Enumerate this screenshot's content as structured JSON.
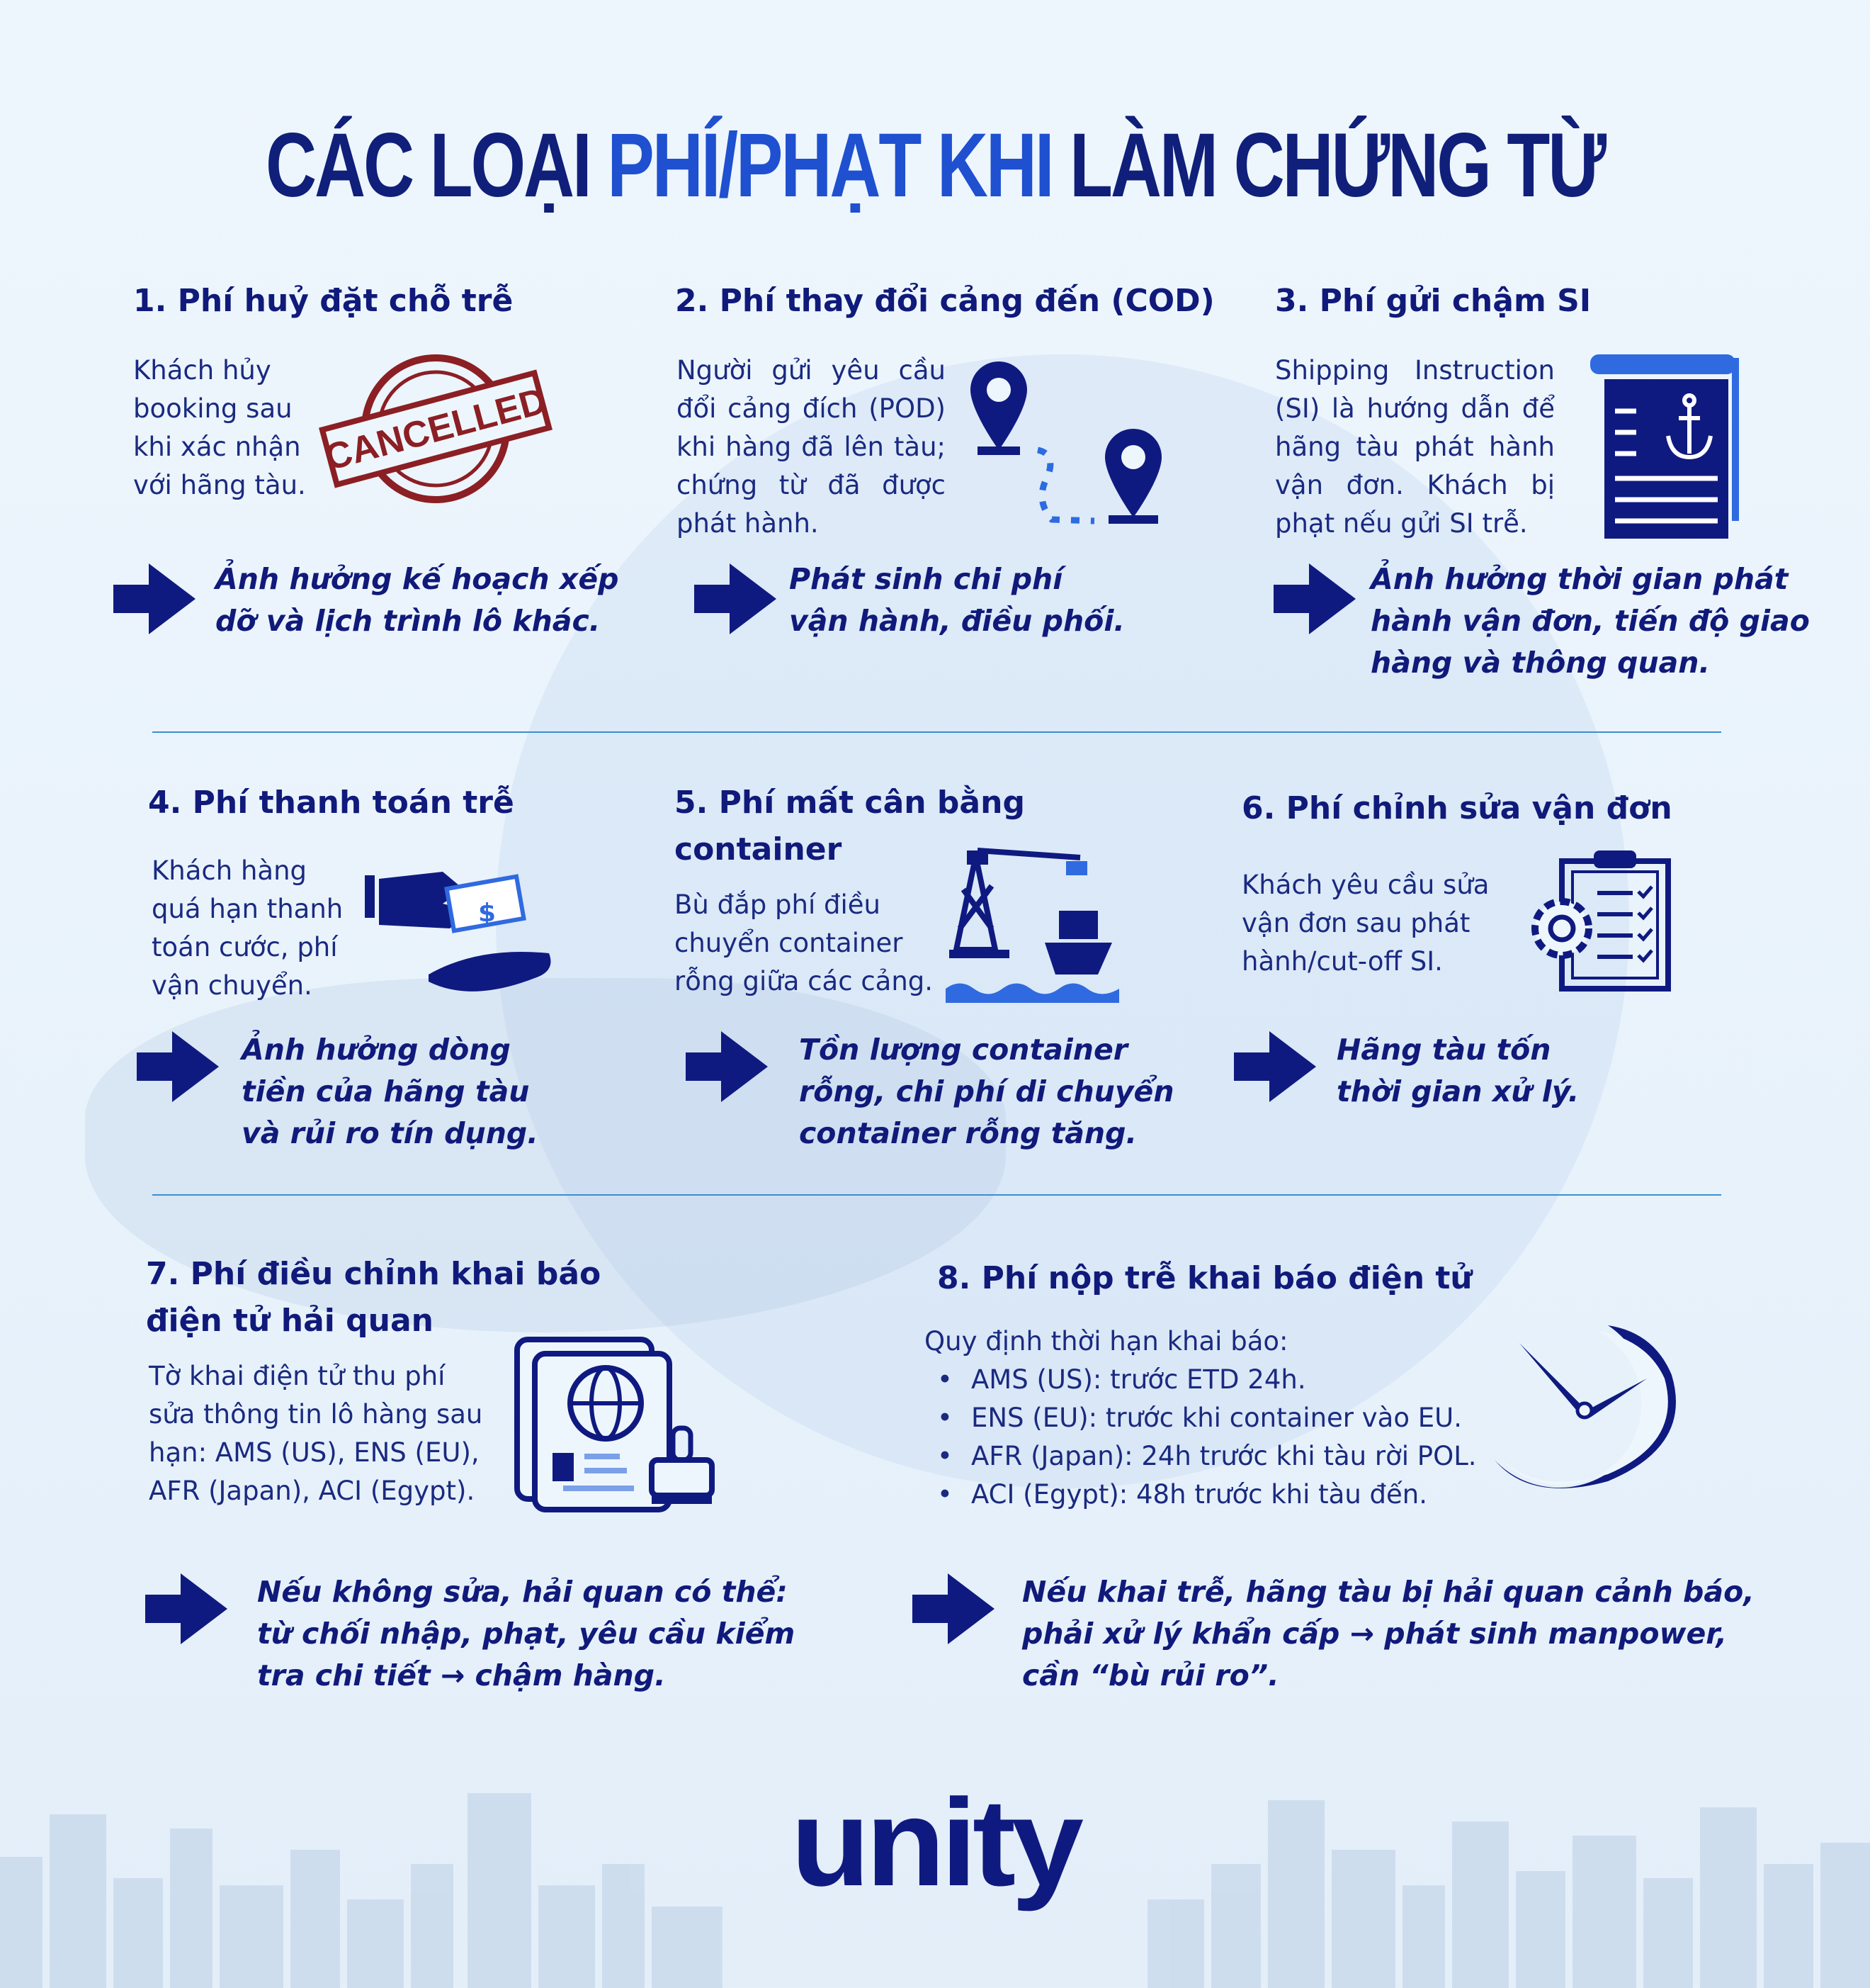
{
  "title": {
    "part1": "CÁC LOẠI ",
    "part2": "PHÍ/PHẠT KHI",
    "part3": " LÀM CHỨNG TỪ"
  },
  "sections": [
    {
      "heading": "1. Phí huỷ đặt chỗ trễ",
      "body": [
        "Khách hủy",
        "booking sau",
        "khi xác nhận",
        "với hãng tàu."
      ],
      "impact": [
        "Ảnh hưởng kế hoạch xếp",
        "dỡ và lịch trình lô khác."
      ],
      "icon": "cancelled-stamp-icon",
      "stamp_text": "CANCELLED"
    },
    {
      "heading": "2. Phí thay đổi cảng đến (COD)",
      "body": [
        "Người gửi yêu cầu",
        "đổi cảng đích (POD)",
        "khi hàng đã lên tàu;",
        "chứng từ đã được",
        "phát hành."
      ],
      "impact": [
        "Phát sinh chi phí",
        "vận hành, điều phối."
      ],
      "icon": "route-pins-icon"
    },
    {
      "heading": "3. Phí gửi chậm SI",
      "body": [
        "Shipping Instruction",
        "(SI) là hướng dẫn để",
        "hãng tàu phát hành",
        "vận đơn. Khách bị",
        "phạt nếu gửi SI trễ."
      ],
      "impact": [
        "Ảnh hưởng thời gian phát",
        "hành vận đơn, tiến độ giao",
        "hàng và thông quan."
      ],
      "icon": "anchor-document-icon"
    },
    {
      "heading": "4. Phí thanh toán trễ",
      "body": [
        "Khách hàng",
        "quá hạn thanh",
        "toán cước, phí",
        "vận chuyển."
      ],
      "impact": [
        "Ảnh hưởng dòng",
        "tiền của hãng tàu",
        "và rủi ro tín dụng."
      ],
      "icon": "payment-hand-icon"
    },
    {
      "heading": [
        "5. Phí mất cân bằng",
        "container"
      ],
      "body": [
        "Bù đắp phí điều",
        "chuyển container",
        "rỗng giữa các cảng."
      ],
      "impact": [
        "Tồn lượng container",
        "rỗng, chi phí di chuyển",
        "container rỗng tăng."
      ],
      "icon": "port-crane-ship-icon"
    },
    {
      "heading": "6. Phí chỉnh sửa vận đơn",
      "body": [
        "Khách yêu cầu sửa",
        "vận đơn sau phát",
        "hành/cut-off SI."
      ],
      "impact": [
        "Hãng tàu tốn",
        "thời gian xử lý."
      ],
      "icon": "clipboard-gear-icon"
    },
    {
      "heading": [
        "7. Phí điều chỉnh khai báo",
        "điện tử hải quan"
      ],
      "body": [
        "Tờ khai điện tử thu phí",
        "sửa thông tin lô hàng sau",
        "hạn: AMS (US), ENS (EU),",
        "AFR (Japan), ACI (Egypt)."
      ],
      "impact": [
        "Nếu không sửa, hải quan có thể:",
        "từ chối nhập, phạt, yêu cầu kiểm",
        "tra chi tiết → chậm hàng."
      ],
      "icon": "passport-stamp-icon"
    },
    {
      "heading": "8. Phí nộp trễ khai báo điện tử",
      "intro": "Quy định thời hạn khai báo:",
      "list": [
        "AMS (US): trước ETD 24h.",
        "ENS (EU): trước khi container vào EU.",
        "AFR (Japan): 24h trước khi tàu rời POL.",
        "ACI (Egypt): 48h trước khi tàu đến."
      ],
      "impact": [
        "Nếu khai trễ, hãng tàu bị hải quan cảnh báo,",
        "phải xử lý khẩn cấp → phát sinh manpower,",
        "cần “bù rủi ro”."
      ],
      "icon": "clock-icon"
    }
  ],
  "logo": "unity",
  "colors": {
    "navy": "#101a7a",
    "blue": "#1e50d0",
    "stamp": "#8b1f24",
    "divider": "#3a8ed0"
  }
}
